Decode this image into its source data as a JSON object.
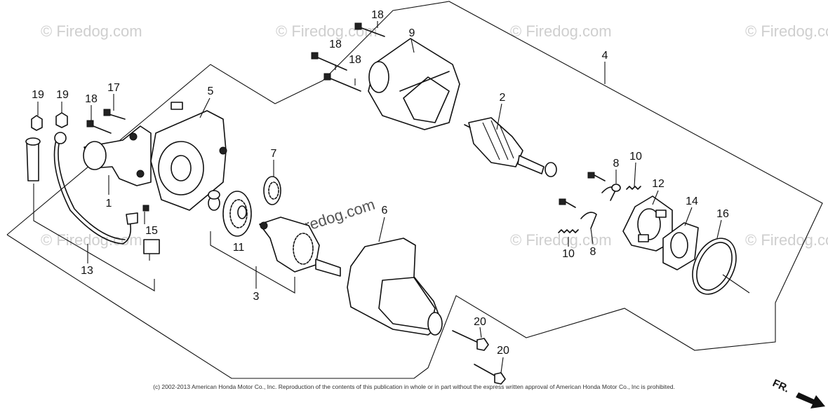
{
  "watermark": "© Firedog.com",
  "watermark_center": "redog.com",
  "copyright": "(c) 2002-2013 American Honda Motor Co., Inc. Reproduction of the contents of this publication in whole or in part without the express written approval of American Honda Motor Co., Inc is prohibited.",
  "direction_label": "FR.",
  "callouts": {
    "c1": "1",
    "c2": "2",
    "c3": "3",
    "c4": "4",
    "c5": "5",
    "c6": "6",
    "c7": "7",
    "c8a": "8",
    "c8b": "8",
    "c9": "9",
    "c10a": "10",
    "c10b": "10",
    "c11": "11",
    "c12": "12",
    "c13": "13",
    "c14": "14",
    "c15": "15",
    "c16": "16",
    "c17": "17",
    "c18a": "18",
    "c18b": "18",
    "c18c": "18",
    "c18d": "18",
    "c19a": "19",
    "c19b": "19",
    "c20a": "20",
    "c20b": "20"
  }
}
